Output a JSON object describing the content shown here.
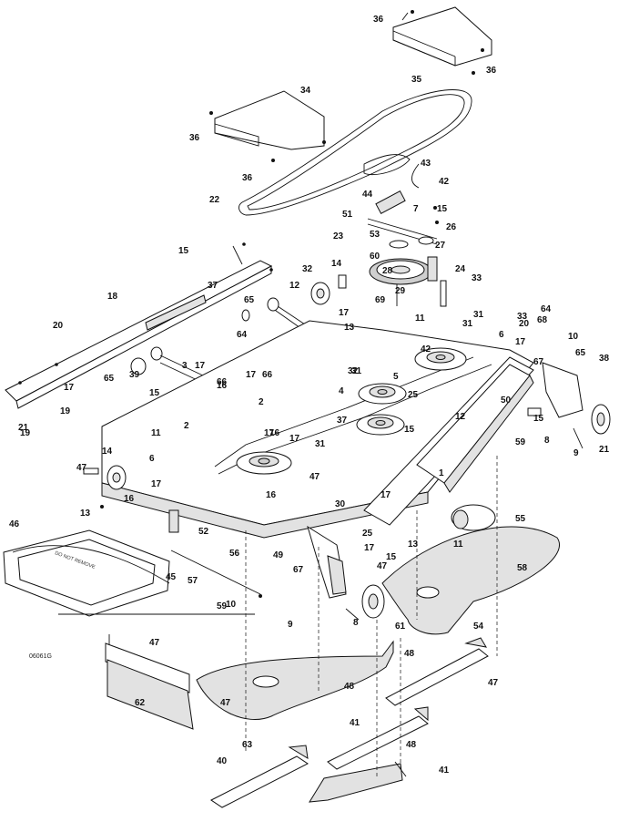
{
  "diagram": {
    "drawing_code": "06061G",
    "deck_stamp": "DO NOT REMOVE",
    "colors": {
      "line": "#111111",
      "fill": "#ffffff",
      "shade": "#e2e2e2"
    },
    "callouts": [
      "36",
      "35",
      "36",
      "34",
      "36",
      "36",
      "22",
      "43",
      "42",
      "44",
      "7",
      "51",
      "15",
      "26",
      "23",
      "27",
      "53",
      "60",
      "28",
      "24",
      "33",
      "32",
      "14",
      "12",
      "15",
      "65",
      "20",
      "29",
      "31",
      "69",
      "18",
      "21",
      "19",
      "65",
      "64",
      "37",
      "17",
      "11",
      "13",
      "15",
      "66",
      "31",
      "42",
      "6",
      "17",
      "31",
      "33",
      "32",
      "20",
      "64",
      "68",
      "17",
      "67",
      "10",
      "65",
      "38",
      "39",
      "3",
      "5",
      "25",
      "4",
      "37",
      "15",
      "17",
      "66",
      "2",
      "16",
      "50",
      "15",
      "8",
      "9",
      "21",
      "19",
      "17",
      "16",
      "11",
      "2",
      "17",
      "17",
      "31",
      "12",
      "14",
      "47",
      "6",
      "47",
      "17",
      "1",
      "59",
      "13",
      "16",
      "16",
      "17",
      "30",
      "55",
      "46",
      "52",
      "56",
      "57",
      "45",
      "49",
      "67",
      "15",
      "17",
      "25",
      "11",
      "13",
      "47",
      "58",
      "59",
      "10",
      "9",
      "8",
      "61",
      "54",
      "47",
      "48",
      "47",
      "63",
      "62",
      "47",
      "48",
      "41",
      "48",
      "40",
      "41"
    ]
  }
}
